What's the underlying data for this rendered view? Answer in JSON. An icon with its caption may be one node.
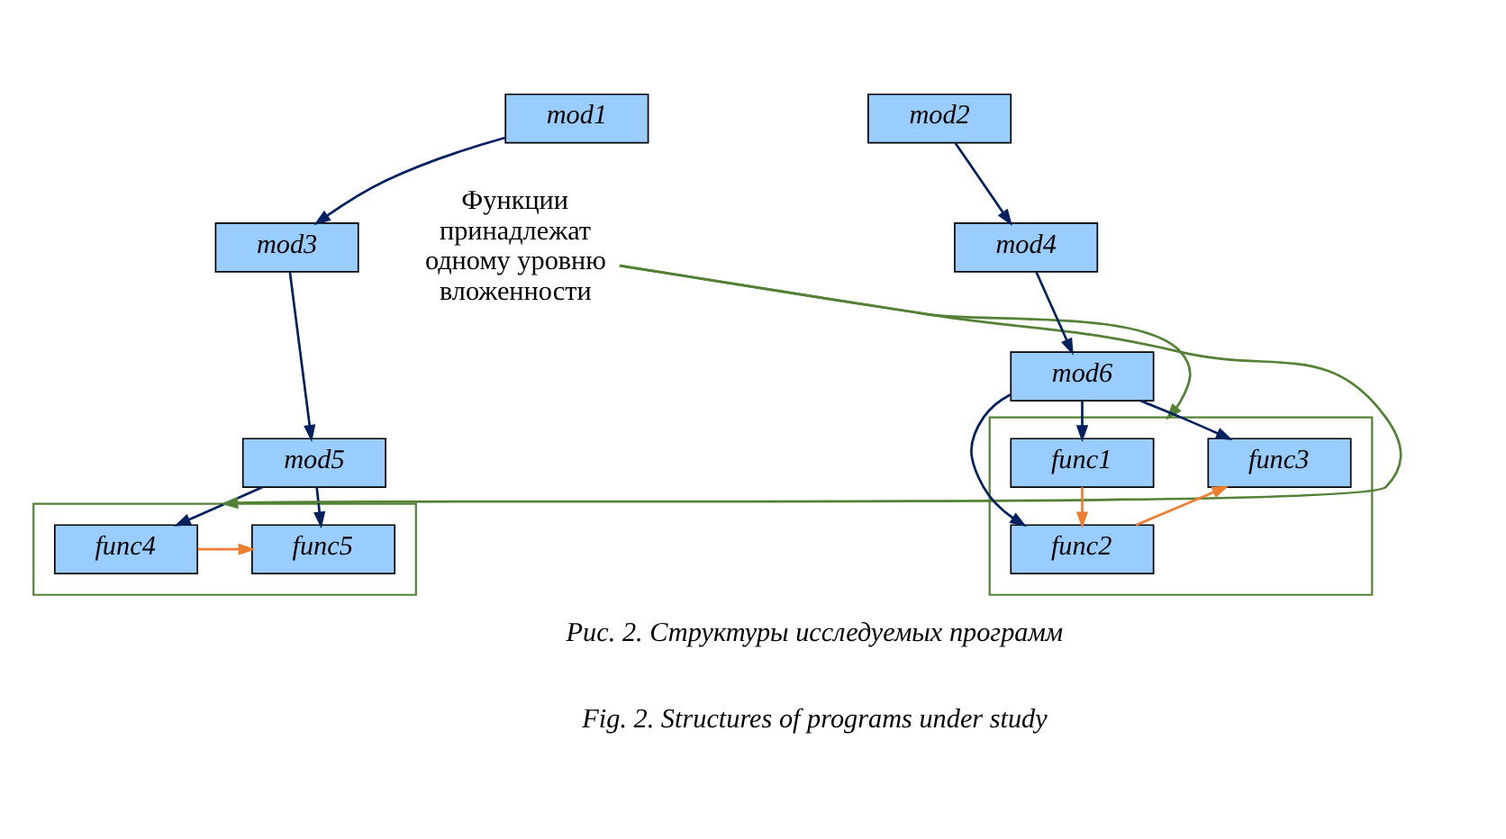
{
  "diagram": {
    "nodes": [
      {
        "text": [
          "mod1"
        ]
      },
      {
        "text": [
          "mod3"
        ]
      },
      {
        "text": [
          "mod5"
        ]
      },
      {
        "text": [],
        "shape": "box"
      },
      {
        "text": [
          "func4"
        ],
        "in": 3
      },
      {
        "text": [
          "func5"
        ],
        "in": 3
      },
      {
        "text": [
          "Функции принадлежат одному уровню вложенности"
        ]
      },
      {
        "text": [
          "mod2"
        ]
      },
      {
        "text": [
          "mod4"
        ]
      },
      {
        "text": [
          "mod6"
        ]
      },
      {
        "text": [],
        "shape": "box"
      },
      {
        "text": [
          "func1"
        ],
        "in": 10
      },
      {
        "text": [
          "func2"
        ],
        "in": 10
      },
      {
        "text": [
          "func3"
        ],
        "in": 10
      }
    ],
    "edges": [
      {
        "from": 0,
        "to": 1,
        "arrow": "to"
      },
      {
        "from": 1,
        "to": 2,
        "arrow": "to"
      },
      {
        "from": 2,
        "to": 4,
        "arrow": "to"
      },
      {
        "from": 2,
        "to": 5,
        "arrow": "to"
      },
      {
        "from": 4,
        "to": 5,
        "arrow": "to",
        "color": "#ed7d31"
      },
      {
        "from": 6,
        "to": 3,
        "arrow": "to",
        "color": "#538135"
      },
      {
        "from": 6,
        "to": 10,
        "arrow": "to",
        "color": "#538135"
      },
      {
        "from": 7,
        "to": 8,
        "arrow": "to"
      },
      {
        "from": 8,
        "to": 9,
        "arrow": "to"
      },
      {
        "from": 9,
        "to": 11,
        "arrow": "to"
      },
      {
        "from": 9,
        "to": 12,
        "arrow": "to"
      },
      {
        "from": 9,
        "to": 13,
        "arrow": "to"
      },
      {
        "from": 11,
        "to": 12,
        "arrow": "to",
        "color": "#ed7d31"
      },
      {
        "from": 12,
        "to": 13,
        "arrow": "to",
        "color": "#ed7d31"
      }
    ],
    "labels": [
      "Рис. 2. Структуры исследуемых программ",
      "Fig. 2. Structures of programs under study"
    ]
  }
}
